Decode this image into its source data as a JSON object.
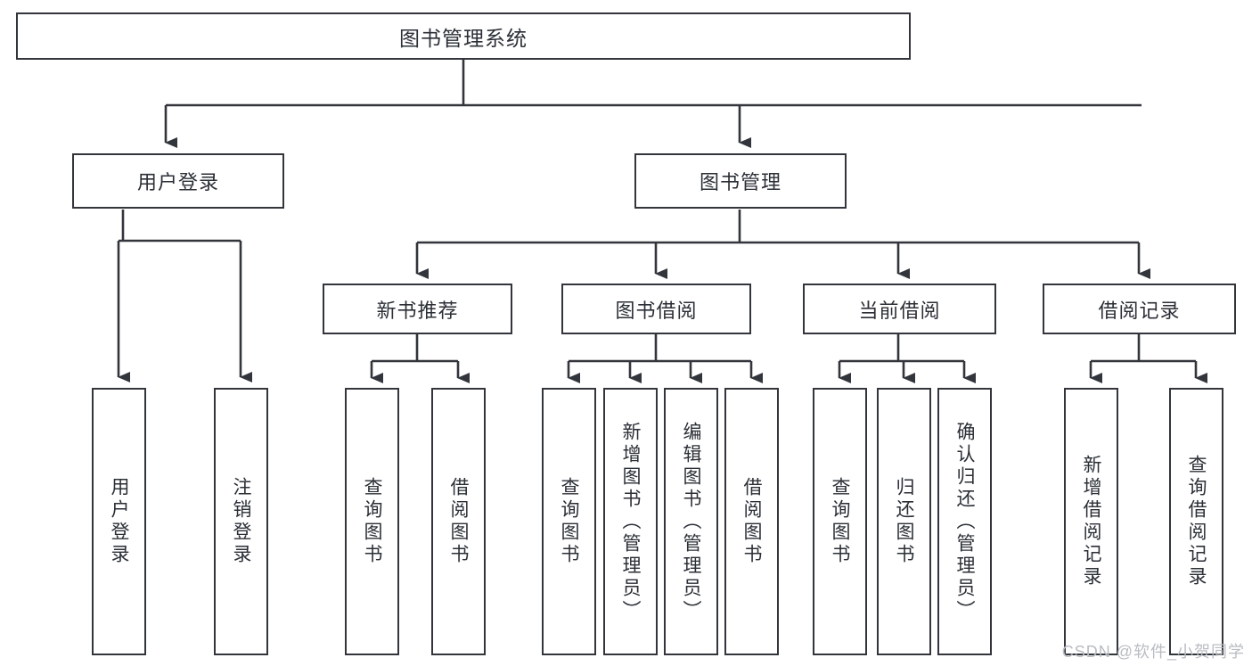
{
  "diagram": {
    "type": "tree-hierarchy-chart",
    "title": "图书管理系统",
    "line_color": "#32353b",
    "box_fill": "#ffffff",
    "text_color": "#2b2f36",
    "levels": [
      {
        "level": 1,
        "nodes": [
          {
            "id": "root",
            "label": "图书管理系统",
            "orientation": "horizontal"
          }
        ]
      },
      {
        "level": 2,
        "nodes": [
          {
            "id": "login",
            "label": "用户登录",
            "orientation": "horizontal",
            "parent": "root"
          },
          {
            "id": "bookmgmt",
            "label": "图书管理",
            "orientation": "horizontal",
            "parent": "root"
          }
        ]
      },
      {
        "level": 3,
        "nodes": [
          {
            "id": "newbook",
            "label": "新书推荐",
            "orientation": "horizontal",
            "parent": "bookmgmt"
          },
          {
            "id": "borrow",
            "label": "图书借阅",
            "orientation": "horizontal",
            "parent": "bookmgmt"
          },
          {
            "id": "current",
            "label": "当前借阅",
            "orientation": "horizontal",
            "parent": "bookmgmt"
          },
          {
            "id": "records",
            "label": "借阅记录",
            "orientation": "horizontal",
            "parent": "bookmgmt"
          }
        ]
      },
      {
        "level": 4,
        "nodes": [
          {
            "id": "leaf1",
            "label": "用户登录",
            "orientation": "vertical",
            "parent": "login"
          },
          {
            "id": "leaf2",
            "label": "注销登录",
            "orientation": "vertical",
            "parent": "login"
          },
          {
            "id": "leaf3",
            "label": "查询图书",
            "orientation": "vertical",
            "parent": "newbook"
          },
          {
            "id": "leaf4",
            "label": "借阅图书",
            "orientation": "vertical",
            "parent": "newbook"
          },
          {
            "id": "leaf5",
            "label": "查询图书",
            "orientation": "vertical",
            "parent": "borrow"
          },
          {
            "id": "leaf6",
            "label": "新增图书（管理员）",
            "orientation": "vertical",
            "parent": "borrow"
          },
          {
            "id": "leaf7",
            "label": "编辑图书（管理员）",
            "orientation": "vertical",
            "parent": "borrow"
          },
          {
            "id": "leaf8",
            "label": "借阅图书",
            "orientation": "vertical",
            "parent": "borrow"
          },
          {
            "id": "leaf9",
            "label": "查询图书",
            "orientation": "vertical",
            "parent": "current"
          },
          {
            "id": "leaf10",
            "label": "归还图书",
            "orientation": "vertical",
            "parent": "current"
          },
          {
            "id": "leaf11",
            "label": "确认归还（管理员）",
            "orientation": "vertical",
            "parent": "current"
          },
          {
            "id": "leaf12",
            "label": "新增借阅记录",
            "orientation": "vertical",
            "parent": "records"
          },
          {
            "id": "leaf13",
            "label": "查询借阅记录",
            "orientation": "vertical",
            "parent": "records"
          }
        ]
      }
    ]
  },
  "watermark": {
    "text": "CSDN @软件_小贺同学"
  }
}
